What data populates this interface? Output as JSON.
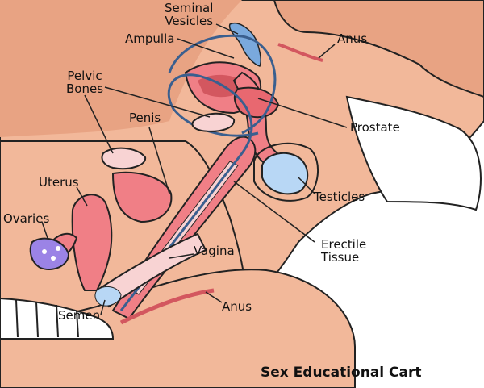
{
  "labels": {
    "seminal_vesicles": "Seminal\nVesicles",
    "ampulla": "Ampulla",
    "anus_top": "Anus",
    "pelvic_bones": "Pelvic\nBones",
    "penis": "Penis",
    "prostate": "Prostate",
    "uterus": "Uterus",
    "ovaries": "Ovaries",
    "testicles": "Testicles",
    "erectile_tissue": "Erectile\nTissue",
    "vagina": "Vagina",
    "anus_bottom": "Anus",
    "semen": "Semen"
  },
  "caption": "Sex Educational Cart",
  "colors": {
    "skin": "#f2b89a",
    "skin_dark": "#e0a07f",
    "tissue": "#f07f86",
    "tissue_dark": "#d3575f",
    "pale_pink": "#f8d3d3",
    "ovary": "#9b83e6",
    "fluid": "#b8d7f5",
    "outline": "#222222"
  }
}
